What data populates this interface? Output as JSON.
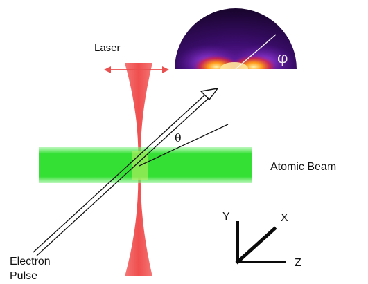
{
  "labels": {
    "laser": "Laser",
    "atomic_beam": "Atomic Beam",
    "electron_line1": "Electron",
    "electron_line2": "Pulse",
    "theta": "θ",
    "phi": "φ",
    "axis_y": "Y",
    "axis_x": "X",
    "axis_z": "Z"
  },
  "colors": {
    "laser": "#ef4a4a",
    "atomic_beam": "#2ee02e",
    "inset_background": "#24083c",
    "inset_glow": "#ff9a1a"
  }
}
